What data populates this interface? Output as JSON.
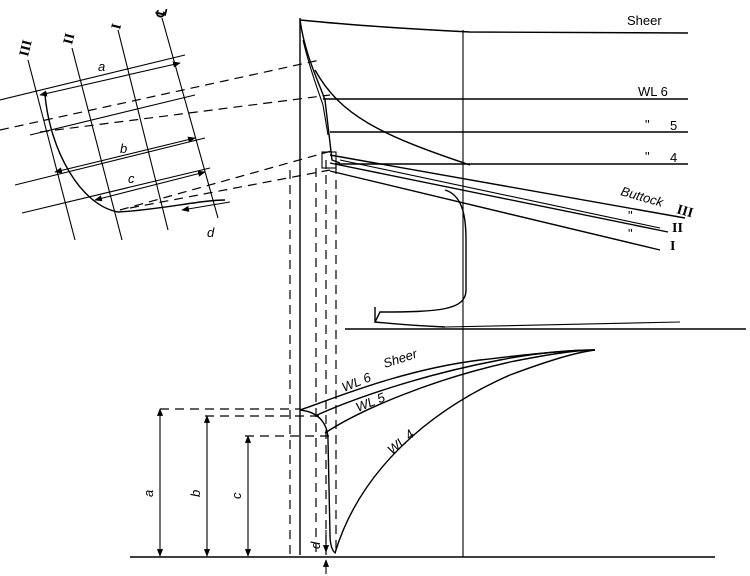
{
  "labels": {
    "sheer_top": "Sheer",
    "wl6_top": "WL 6",
    "wl5_ditto": "\"",
    "wl5_num": "5",
    "wl4_ditto": "\"",
    "wl4_num": "4",
    "buttock3": "Buttock",
    "buttock3_num": "III",
    "buttock2_ditto": "\"",
    "buttock2_num": "II",
    "buttock1_ditto": "\"",
    "buttock1_num": "I",
    "sheer_plan": "Sheer",
    "wl6_plan": "WL 6",
    "wl5_plan": "WL 5",
    "wl4_plan": "WL 4"
  },
  "section": {
    "station_iii": "III",
    "station_ii": "II",
    "station_i": "I",
    "centerline": "℄",
    "dim_a": "a",
    "dim_b": "b",
    "dim_c": "c",
    "dim_d": "d"
  },
  "plan_dims": {
    "a": "a",
    "b": "b",
    "c": "c",
    "d": "d"
  }
}
